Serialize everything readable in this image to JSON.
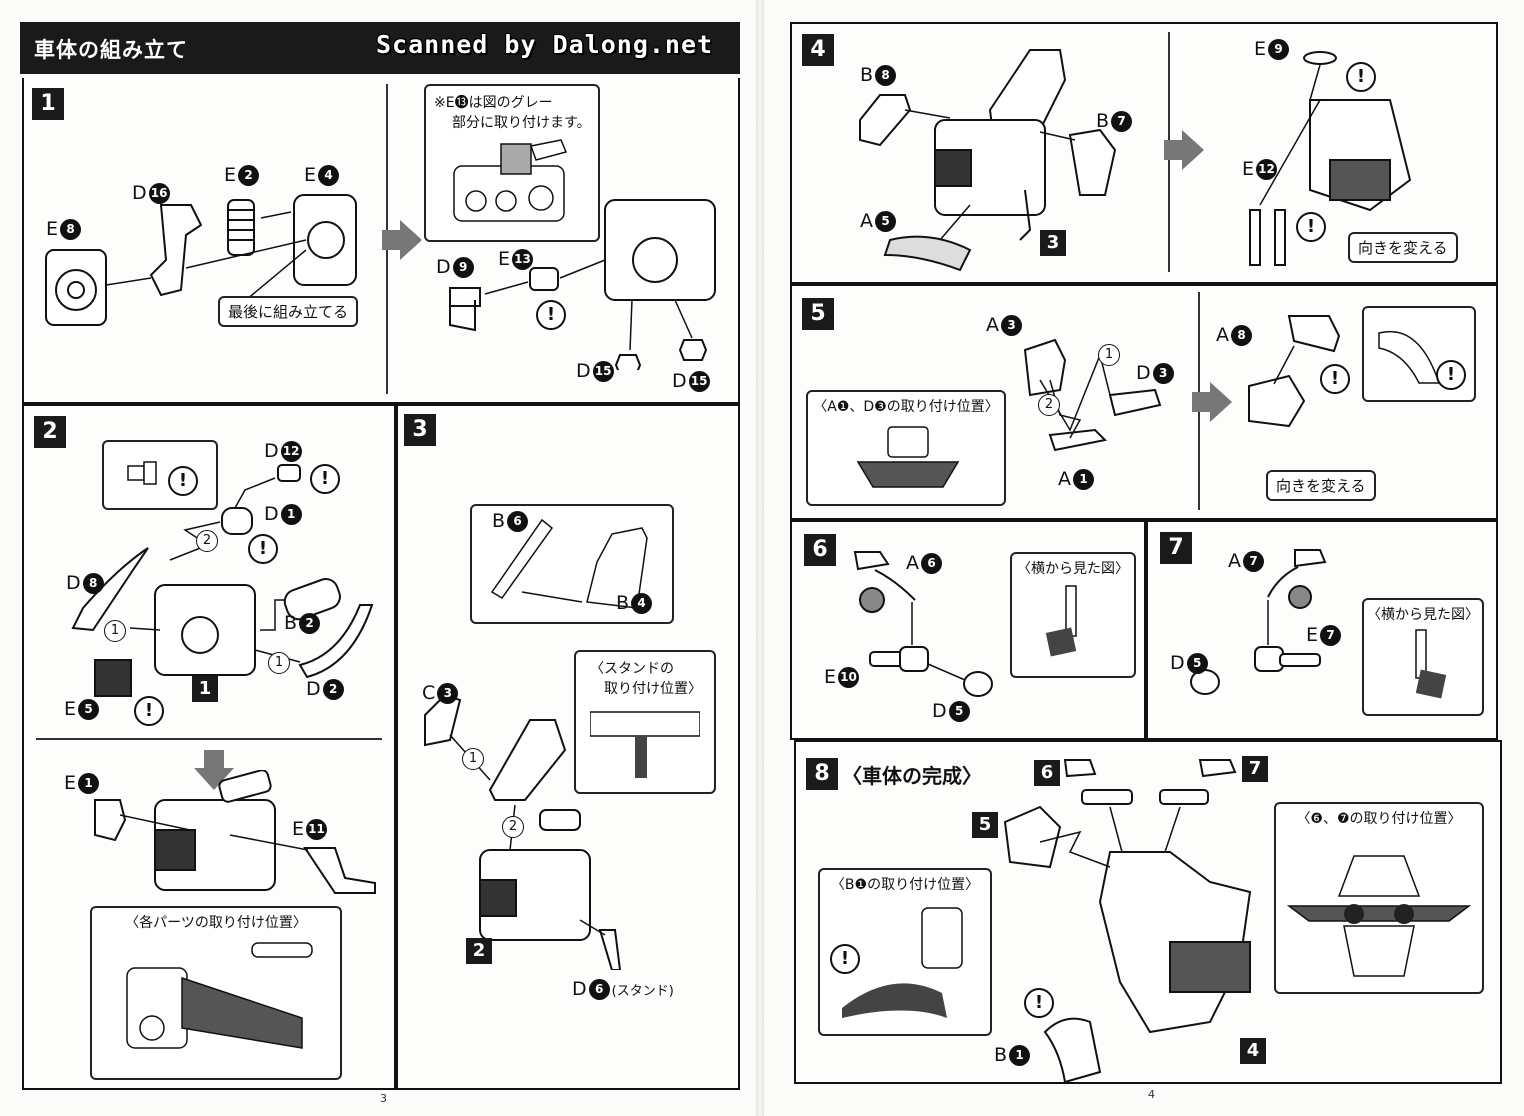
{
  "header": {
    "title": "車体の組み立て",
    "watermark": "Scanned by Dalong.net"
  },
  "pages": {
    "left": "3",
    "right": "4"
  },
  "step1": {
    "num": "1",
    "notes": {
      "last": "最後に組み立てる",
      "gray_line1": "※E⓭は図のグレー",
      "gray_line2": "部分に取り付けます。"
    },
    "labels": {
      "e8": "E",
      "e8n": "8",
      "d16": "D",
      "d16n": "16",
      "e2": "E",
      "e2n": "2",
      "e4": "E",
      "e4n": "4",
      "d9": "D",
      "d9n": "9",
      "e13": "E",
      "e13n": "13",
      "d15a": "D",
      "d15an": "15",
      "d15b": "D",
      "d15bn": "15"
    }
  },
  "step2": {
    "num": "2",
    "labels": {
      "d12": "D",
      "d12n": "12",
      "d1": "D",
      "d1n": "1",
      "d8": "D",
      "d8n": "8",
      "b2": "B",
      "b2n": "2",
      "d2": "D",
      "d2n": "2",
      "e5": "E",
      "e5n": "5",
      "e1": "E",
      "e1n": "1",
      "e11": "E",
      "e11n": "11",
      "sub1": "1"
    },
    "order": {
      "one": "1",
      "two": "2"
    },
    "callout": "〈各パーツの取り付け位置〉"
  },
  "step3": {
    "num": "3",
    "labels": {
      "b6": "B",
      "b6n": "6",
      "b4": "B",
      "b4n": "4",
      "c3": "C",
      "c3n": "3",
      "d6": "D",
      "d6n": "6",
      "d6note": "(スタンド)",
      "sub2": "2"
    },
    "order": {
      "one": "1",
      "two": "2"
    },
    "callout_line1": "〈スタンドの",
    "callout_line2": "取り付け位置〉"
  },
  "step4": {
    "num": "4",
    "labels": {
      "b8": "B",
      "b8n": "8",
      "b7": "B",
      "b7n": "7",
      "a5": "A",
      "a5n": "5",
      "e9": "E",
      "e9n": "9",
      "e12": "E",
      "e12n": "12",
      "sub3": "3"
    },
    "note": "向きを変える"
  },
  "step5": {
    "num": "5",
    "labels": {
      "a3": "A",
      "a3n": "3",
      "d3": "D",
      "d3n": "3",
      "a1": "A",
      "a1n": "1",
      "a8": "A",
      "a8n": "8"
    },
    "order": {
      "one": "1",
      "two": "2"
    },
    "callout": "〈A❶、D❸の取り付け位置〉",
    "note": "向きを変える"
  },
  "step6": {
    "num": "6",
    "labels": {
      "a6": "A",
      "a6n": "6",
      "e10": "E",
      "e10n": "10",
      "d5": "D",
      "d5n": "5"
    },
    "callout": "〈横から見た図〉"
  },
  "step7": {
    "num": "7",
    "labels": {
      "a7": "A",
      "a7n": "7",
      "e7": "E",
      "e7n": "7",
      "d5": "D",
      "d5n": "5"
    },
    "callout": "〈横から見た図〉"
  },
  "step8": {
    "num": "8",
    "title": "〈車体の完成〉",
    "tags": {
      "s6": "6",
      "s7": "7",
      "s5": "5",
      "s4": "4"
    },
    "labels": {
      "b1": "B",
      "b1n": "1"
    },
    "callout_b1": "〈B❶の取り付け位置〉",
    "callout_67": "〈❻、❼の取り付け位置〉"
  },
  "warn": "!"
}
